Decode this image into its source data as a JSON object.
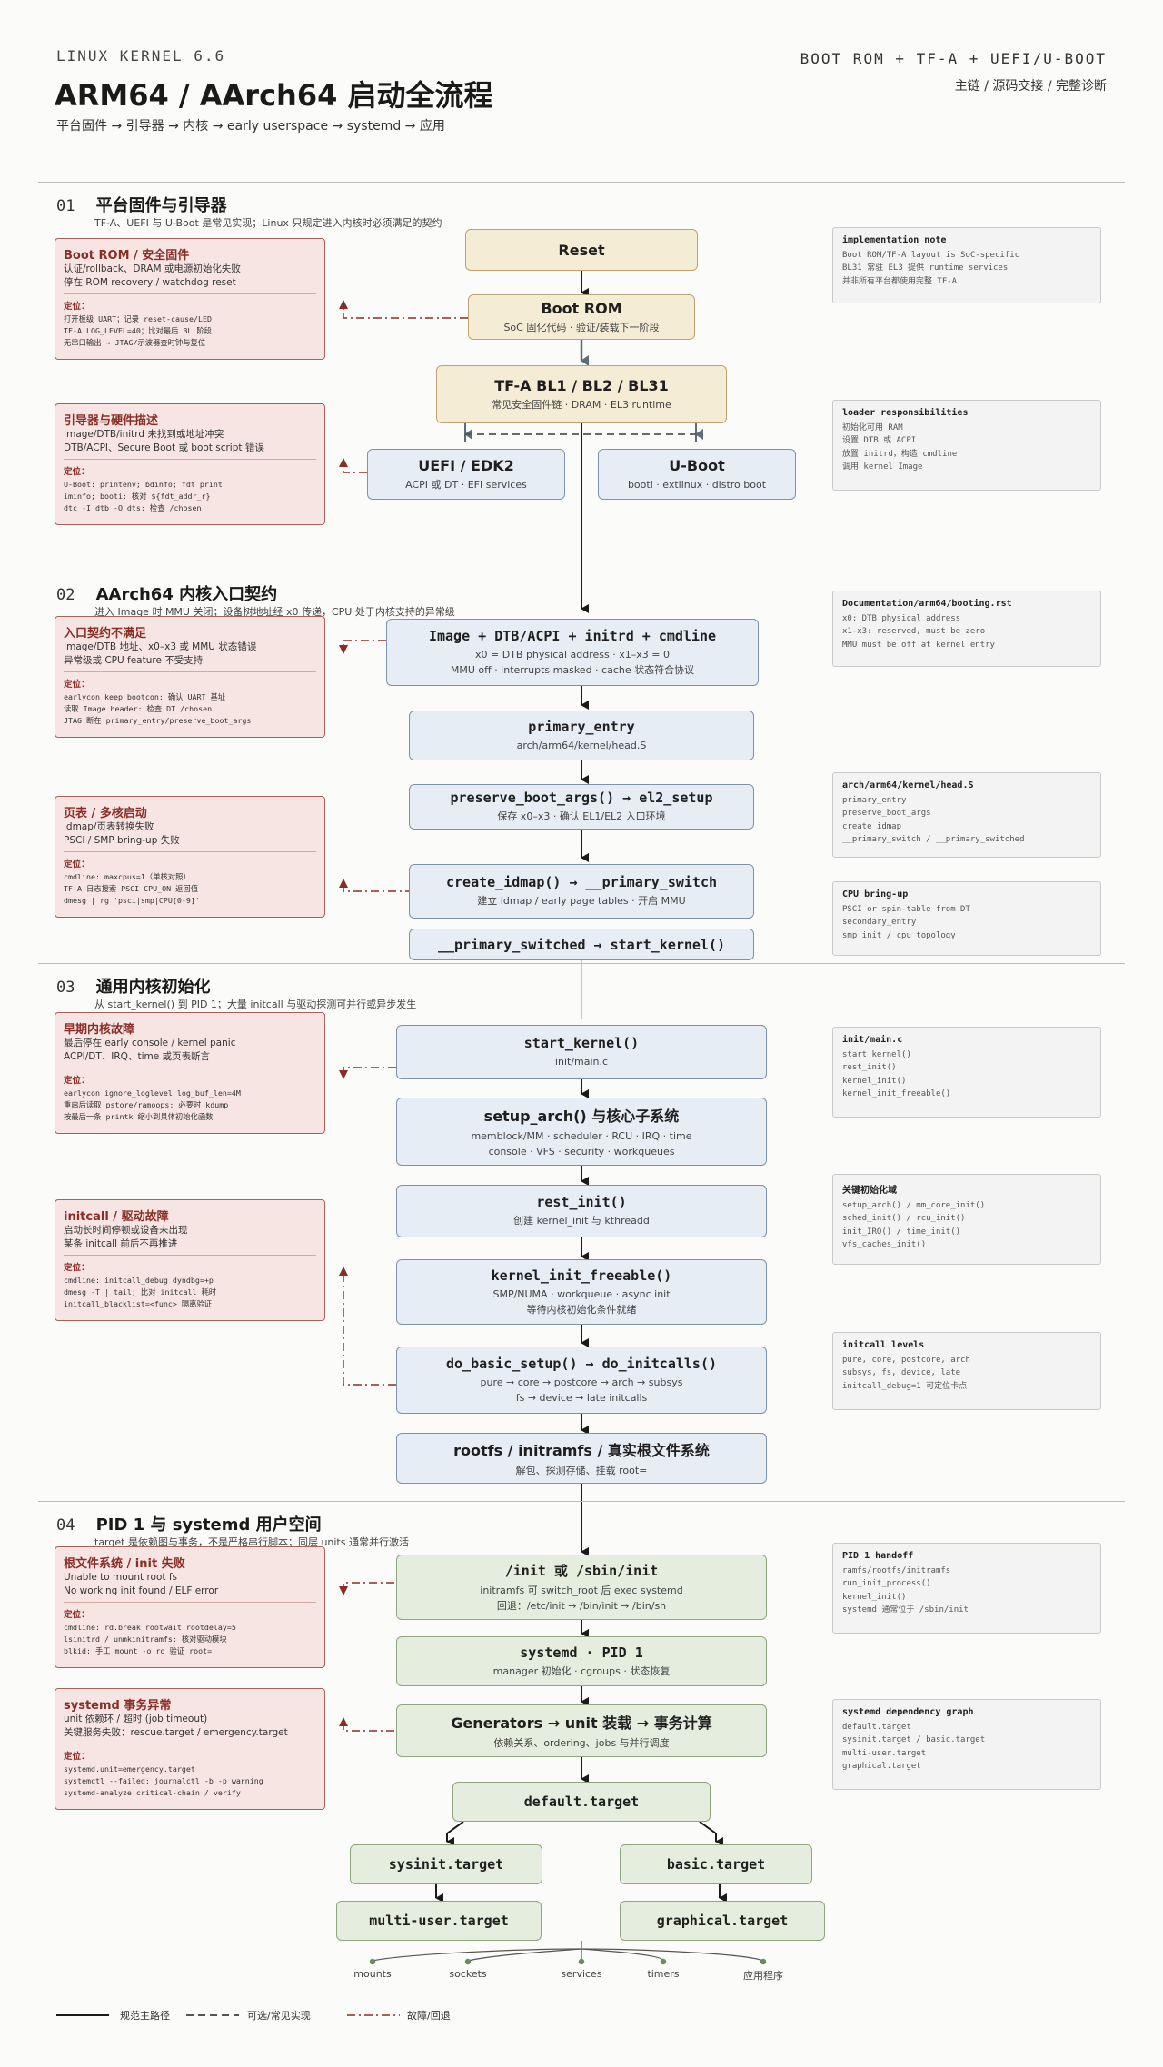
{
  "header": {
    "kicker": "LINUX KERNEL 6.6",
    "title": "ARM64 / AArch64 启动全流程",
    "subtitle": "平台固件 → 引导器 → 内核 → early userspace → systemd → 应用",
    "right_kicker": "BOOT ROM + TF-A + UEFI/U-BOOT",
    "right_sub": "主链 / 源码交接 / 完整诊断"
  },
  "sections": [
    {
      "num": "01",
      "title": "平台固件与引导器",
      "desc": "TF-A、UEFI 与 U-Boot 是常见实现；Linux 只规定进入内核时必须满足的契约"
    },
    {
      "num": "02",
      "title": "AArch64 内核入口契约",
      "desc": "进入 Image 时 MMU 关闭；设备树地址经 x0 传递，CPU 处于内核支持的异常级"
    },
    {
      "num": "03",
      "title": "通用内核初始化",
      "desc": "从 start_kernel() 到 PID 1；大量 initcall 与驱动探测可并行或异步发生"
    },
    {
      "num": "04",
      "title": "PID 1 与 systemd 用户空间",
      "desc": "target 是依赖图与事务，不是严格串行脚本；同层 units 通常并行激活"
    }
  ],
  "boxes": {
    "reset": {
      "title": "Reset",
      "sub": ""
    },
    "bootrom": {
      "title": "Boot ROM",
      "sub": "SoC 固化代码 · 验证/装载下一阶段"
    },
    "tfa": {
      "title": "TF-A BL1 / BL2 / BL31",
      "sub": "常见安全固件链 · DRAM · EL3 runtime"
    },
    "uefi": {
      "title": "UEFI / EDK2",
      "sub": "ACPI 或 DT · EFI services"
    },
    "uboot": {
      "title": "U-Boot",
      "sub": "booti · extlinux · distro boot"
    },
    "image": {
      "title": "Image + DTB/ACPI + initrd + cmdline",
      "sub": "x0 = DTB physical address · x1–x3 = 0",
      "sub2": "MMU off · interrupts masked · cache 状态符合协议"
    },
    "primary_entry": {
      "title": "primary_entry",
      "sub": "arch/arm64/kernel/head.S"
    },
    "preserve": {
      "title": "preserve_boot_args() → el2_setup",
      "sub": "保存 x0–x3 · 确认 EL1/EL2 入口环境"
    },
    "idmap": {
      "title": "create_idmap() → __primary_switch",
      "sub": "建立 idmap / early page tables · 开启 MMU"
    },
    "switched": {
      "title": "__primary_switched → start_kernel()",
      "sub": ""
    },
    "start_kernel": {
      "title": "start_kernel()",
      "sub": "init/main.c"
    },
    "setup_arch": {
      "title": "setup_arch() 与核心子系统",
      "sub": "memblock/MM · scheduler · RCU · IRQ · time",
      "sub2": "console · VFS · security · workqueues"
    },
    "rest_init": {
      "title": "rest_init()",
      "sub": "创建 kernel_init 与 kthreadd"
    },
    "freeable": {
      "title": "kernel_init_freeable()",
      "sub": "SMP/NUMA · workqueue · async init",
      "sub2": "等待内核初始化条件就绪"
    },
    "initcalls": {
      "title": "do_basic_setup() → do_initcalls()",
      "sub": "pure → core → postcore → arch → subsys",
      "sub2": "fs → device → late initcalls"
    },
    "rootfs": {
      "title": "rootfs / initramfs / 真实根文件系统",
      "sub": "解包、探测存储、挂载 root="
    },
    "sbin_init": {
      "title": "/init 或 /sbin/init",
      "sub": "initramfs 可 switch_root 后 exec systemd",
      "sub2": "回退：/etc/init → /bin/init → /bin/sh"
    },
    "systemd": {
      "title": "systemd · PID 1",
      "sub": "manager 初始化 · cgroups · 状态恢复"
    },
    "generators": {
      "title": "Generators → unit 装载 → 事务计算",
      "sub": "依赖关系、ordering、jobs 与并行调度"
    },
    "default": {
      "title": "default.target"
    },
    "sysinit": {
      "title": "sysinit.target"
    },
    "basic": {
      "title": "basic.target"
    },
    "multiuser": {
      "title": "multi-user.target"
    },
    "graphical": {
      "title": "graphical.target"
    }
  },
  "failures": [
    {
      "title": "Boot ROM / 安全固件",
      "lines": [
        "认证/rollback、DRAM 或电源初始化失败",
        "停在 ROM recovery / watchdog reset"
      ],
      "loc": "定位：",
      "code": [
        "打开板级 UART；记录 reset-cause/LED",
        "TF-A LOG_LEVEL=40；比对最后 BL 阶段",
        "无串口输出 → JTAG/示波器查时钟与复位"
      ]
    },
    {
      "title": "引导器与硬件描述",
      "lines": [
        "Image/DTB/initrd 未找到或地址冲突",
        "DTB/ACPI、Secure Boot 或 boot script 错误"
      ],
      "loc": "定位：",
      "code": [
        "U-Boot: printenv; bdinfo; fdt print",
        "iminfo; booti: 核对 ${fdt_addr_r}",
        "dtc -I dtb -O dts: 检查 /chosen"
      ]
    },
    {
      "title": "入口契约不满足",
      "lines": [
        "Image/DTB 地址、x0–x3 或 MMU 状态错误",
        "异常级或 CPU feature 不受支持"
      ],
      "loc": "定位：",
      "code": [
        "earlycon keep_bootcon: 确认 UART 基址",
        "读取 Image header: 检查 DT /chosen",
        "JTAG 断在 primary_entry/preserve_boot_args"
      ]
    },
    {
      "title": "页表 / 多核启动",
      "lines": [
        "idmap/页表转换失败",
        "PSCI / SMP bring-up 失败"
      ],
      "loc": "定位：",
      "code": [
        "cmdline: maxcpus=1（单核对照）",
        "TF-A 日志搜索 PSCI CPU_ON 返回值",
        "dmesg | rg 'psci|smp|CPU[0-9]'"
      ]
    },
    {
      "title": "早期内核故障",
      "lines": [
        "最后停在 early console / kernel panic",
        "ACPI/DT、IRQ、time 或页表断言"
      ],
      "loc": "定位：",
      "code": [
        "earlycon ignore_loglevel log_buf_len=4M",
        "重启后读取 pstore/ramoops; 必要时 kdump",
        "按最后一条 printk 缩小到具体初始化函数"
      ]
    },
    {
      "title": "initcall / 驱动故障",
      "lines": [
        "启动长时间停顿或设备未出现",
        "某条 initcall 前后不再推进"
      ],
      "loc": "定位：",
      "code": [
        "cmdline: initcall_debug dyndbg=+p",
        "dmesg -T | tail; 比对 initcall 耗时",
        "initcall_blacklist=<func> 隔离验证"
      ]
    },
    {
      "title": "根文件系统 / init 失败",
      "lines": [
        "Unable to mount root fs",
        "No working init found / ELF error"
      ],
      "loc": "定位：",
      "code": [
        "cmdline: rd.break rootwait rootdelay=5",
        "lsinitrd / unmkinitramfs: 核对驱动模块",
        "blkid: 手工 mount -o ro 验证 root="
      ]
    },
    {
      "title": "systemd 事务异常",
      "lines": [
        "unit 依赖环 / 超时 (job timeout)",
        "关键服务失败：rescue.target / emergency.target"
      ],
      "loc": "定位：",
      "code": [
        "systemd.unit=emergency.target",
        "systemctl --failed; journalctl -b -p warning",
        "systemd-analyze critical-chain / verify"
      ]
    }
  ],
  "notes": [
    {
      "title": "implementation note",
      "lines": [
        "Boot ROM/TF-A layout is SoC-specific",
        "BL31 常驻 EL3 提供 runtime services",
        "并非所有平台都使用完整 TF-A"
      ]
    },
    {
      "title": "loader responsibilities",
      "lines": [
        "初始化可用 RAM",
        "设置 DTB 或 ACPI",
        "放置 initrd，构造 cmdline",
        "调用 kernel Image"
      ]
    },
    {
      "title": "Documentation/arm64/booting.rst",
      "lines": [
        "x0: DTB physical address",
        "x1-x3: reserved, must be zero",
        "MMU must be off at kernel entry"
      ]
    },
    {
      "title": "arch/arm64/kernel/head.S",
      "lines": [
        "primary_entry",
        "preserve_boot_args",
        "create_idmap",
        "__primary_switch / __primary_switched"
      ]
    },
    {
      "title": "CPU bring-up",
      "lines": [
        "PSCI or spin-table from DT",
        "secondary_entry",
        "smp_init / cpu topology"
      ]
    },
    {
      "title": "init/main.c",
      "lines": [
        "start_kernel()",
        "rest_init()",
        "kernel_init()",
        "kernel_init_freeable()"
      ]
    },
    {
      "title": "关键初始化域",
      "lines": [
        "setup_arch() / mm_core_init()",
        "sched_init() / rcu_init()",
        "init_IRQ() / time_init()",
        "vfs_caches_init()"
      ]
    },
    {
      "title": "initcall levels",
      "lines": [
        "pure, core, postcore, arch",
        "subsys, fs, device, late",
        "initcall_debug=1 可定位卡点"
      ]
    },
    {
      "title": "PID 1 handoff",
      "lines": [
        "ramfs/rootfs/initramfs",
        "run_init_process()",
        "kernel_init()",
        "systemd 通常位于 /sbin/init"
      ]
    },
    {
      "title": "systemd dependency graph",
      "lines": [
        "default.target",
        "sysinit.target / basic.target",
        "multi-user.target",
        "graphical.target"
      ]
    }
  ],
  "leaves": [
    "mounts",
    "sockets",
    "services",
    "timers",
    "应用程序"
  ],
  "legend": [
    "规范主路径",
    "可选/常见实现",
    "故障/回退"
  ],
  "colors": {
    "main_line": "#1a1a1a",
    "dashed_line": "#555555",
    "failure": "#8a2e25",
    "tan": "#f5ecd6",
    "blue": "#e6edf4",
    "green": "#e5edde"
  }
}
